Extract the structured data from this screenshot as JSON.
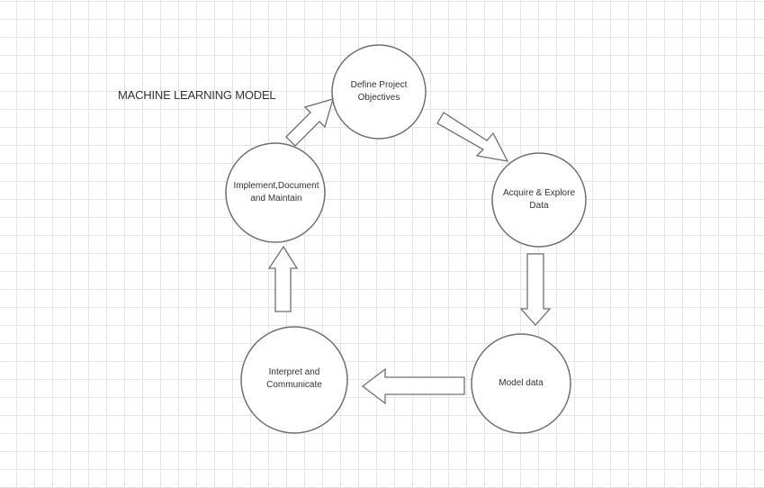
{
  "diagram": {
    "title": "MACHINE LEARNING MODEL",
    "stages": [
      {
        "id": "define",
        "label": "Define Project\nObjectives"
      },
      {
        "id": "acquire",
        "label": "Acquire & Explore\nData"
      },
      {
        "id": "model",
        "label": "Model data"
      },
      {
        "id": "interpret",
        "label": "Interpret and\nCommunicate"
      },
      {
        "id": "implement",
        "label": "Implement,Document\nand Maintain"
      }
    ],
    "flow": [
      "define",
      "acquire",
      "model",
      "interpret",
      "implement",
      "define"
    ],
    "colors": {
      "stroke": "#707070",
      "fill": "#ffffff",
      "text": "#333333",
      "grid": "#e6e6e6"
    }
  }
}
